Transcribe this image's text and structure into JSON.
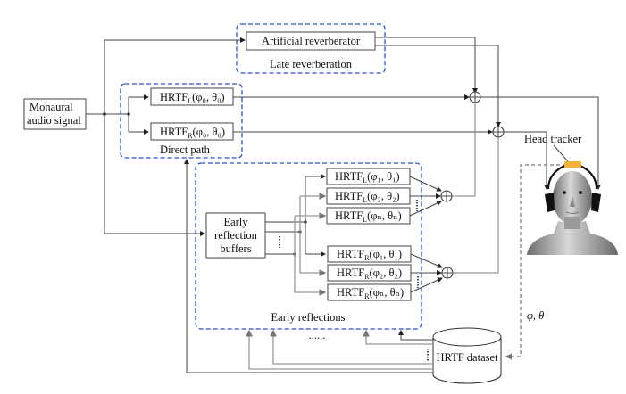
{
  "diagram": {
    "input": {
      "line1": "Monaural",
      "line2": "audio signal"
    },
    "late": {
      "block": "Artificial reverberator",
      "group_label": "Late reverberation"
    },
    "direct": {
      "group_label": "Direct path",
      "left": {
        "base": "HRTF",
        "sub": "L",
        "args": "(φ₀, θ₀)"
      },
      "right": {
        "base": "HRTF",
        "sub": "R",
        "args": "(φ₀, θ₀)"
      }
    },
    "early": {
      "group_label": "Early reflections",
      "buffer": {
        "line1": "Early",
        "line2": "reflection",
        "line3": "buffers"
      },
      "left_filters": [
        {
          "base": "HRTF",
          "sub": "L",
          "args": "(φ₁, θ₁)"
        },
        {
          "base": "HRTF",
          "sub": "L",
          "args": "(φ₂, θ₂)"
        },
        {
          "base": "HRTF",
          "sub": "L",
          "args": "(φₙ, θₙ)"
        }
      ],
      "right_filters": [
        {
          "base": "HRTF",
          "sub": "R",
          "args": "(φ₁, θ₁)"
        },
        {
          "base": "HRTF",
          "sub": "R",
          "args": "(φ₂, θ₂)"
        },
        {
          "base": "HRTF",
          "sub": "R",
          "args": "(φₙ, θₙ)"
        }
      ],
      "ellipsis": "......"
    },
    "dataset": {
      "label": "HRTF dataset"
    },
    "tracker": {
      "label": "Head tracker",
      "angles": "φ, θ"
    },
    "colors": {
      "group_border": "#2a4fd6",
      "tracker": "#f0b23a"
    }
  }
}
